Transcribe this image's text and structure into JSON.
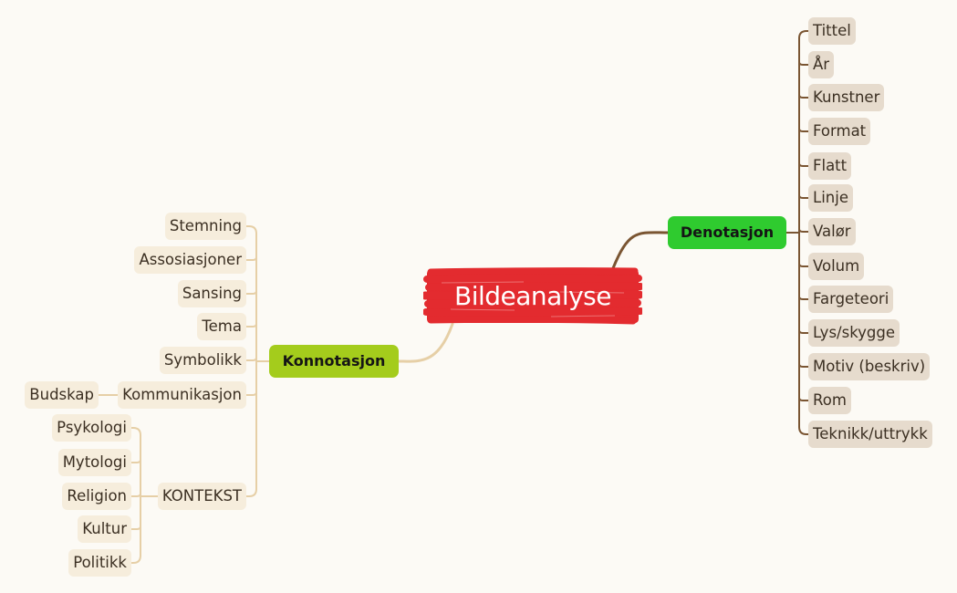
{
  "central": {
    "label": "Bildeanalyse",
    "color": "#e32b2f"
  },
  "denotasjon": {
    "label": "Denotasjon",
    "color": "#2fcb2f",
    "link_color": "#7a5532",
    "items": [
      "Tittel",
      "År",
      "Kunstner",
      "Format",
      "Flatt",
      "Linje",
      "Valør",
      "Volum",
      "Fargeteori",
      "Lys/skygge",
      "Motiv (beskriv)",
      "Rom",
      "Teknikk/uttrykk"
    ]
  },
  "konnotasjon": {
    "label": "Konnotasjon",
    "color": "#a4cc1c",
    "link_color": "#e6cfa6",
    "items": [
      {
        "label": "Stemning"
      },
      {
        "label": "Assosiasjoner"
      },
      {
        "label": "Sansing"
      },
      {
        "label": "Tema"
      },
      {
        "label": "Symbolikk"
      },
      {
        "label": "Kommunikasjon",
        "children": [
          "Budskap"
        ]
      },
      {
        "label": "KONTEKST",
        "children": [
          "Psykologi",
          "Mytologi",
          "Religion",
          "Kultur",
          "Politikk"
        ]
      }
    ]
  }
}
